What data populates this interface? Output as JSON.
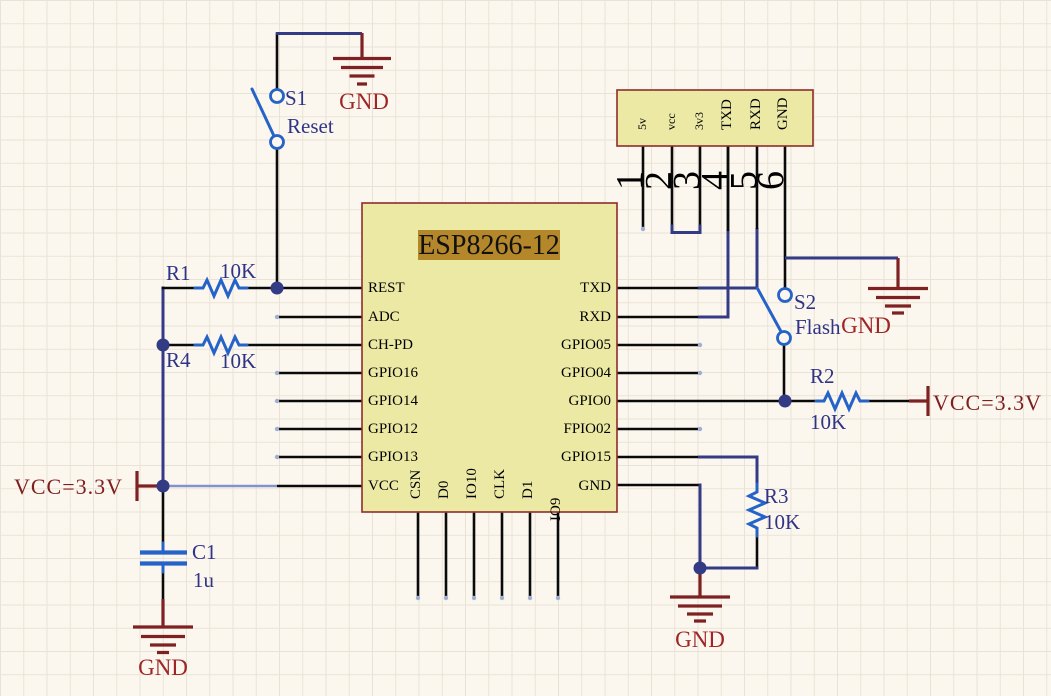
{
  "ic": {
    "title": "ESP8266-12",
    "left_pins": [
      "REST",
      "ADC",
      "CH-PD",
      "GPIO16",
      "GPIO14",
      "GPIO12",
      "GPIO13",
      "VCC"
    ],
    "right_pins": [
      "TXD",
      "RXD",
      "GPIO05",
      "GPIO04",
      "GPIO0",
      "FPIO02",
      "GPIO15",
      "GND"
    ],
    "bottom_pins": [
      "CSN",
      "D0",
      "IO10",
      "CLK",
      "D1",
      "IO9"
    ]
  },
  "header": {
    "pins": [
      {
        "num": "1",
        "label": "5v"
      },
      {
        "num": "2",
        "label": "vcc"
      },
      {
        "num": "3",
        "label": "3v3"
      },
      {
        "num": "4",
        "label": "TXD"
      },
      {
        "num": "5",
        "label": "RXD"
      },
      {
        "num": "6",
        "label": "GND"
      }
    ]
  },
  "components": {
    "s1": {
      "ref": "S1",
      "value": "Reset"
    },
    "s2": {
      "ref": "S2",
      "value": "Flash"
    },
    "r1": {
      "ref": "R1",
      "value": "10K"
    },
    "r2": {
      "ref": "R2",
      "value": "10K"
    },
    "r3": {
      "ref": "R3",
      "value": "10K"
    },
    "r4": {
      "ref": "R4",
      "value": "10K"
    },
    "c1": {
      "ref": "C1",
      "value": "1u"
    }
  },
  "power": {
    "vcc_left": "VCC=3.3V",
    "vcc_right": "VCC=3.3V",
    "gnd_top_left": "GND",
    "gnd_top_right": "GND",
    "gnd_bottom_middle": "GND",
    "gnd_bottom_left": "GND"
  },
  "colors": {
    "background": "#fcf7ee",
    "wire_navy": "#333b85",
    "wire_black": "#0a0a0a",
    "component_blue": "#2563c9",
    "symbol_maroon": "#7e2122",
    "label_navy": "#2f3486",
    "label_red": "#9e2626",
    "ic_fill": "#ece9a5",
    "ic_border": "#8e2c2c",
    "ic_title_fill": "#b5872b"
  }
}
